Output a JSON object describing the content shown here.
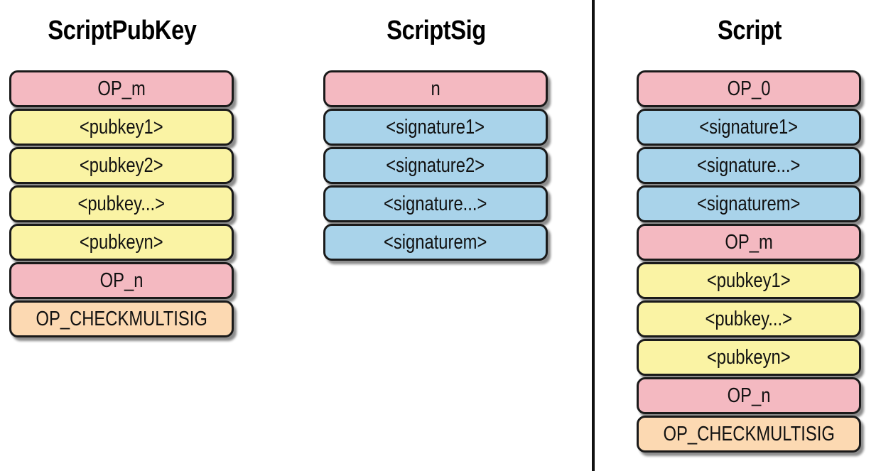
{
  "colors": {
    "op": "#f4b9c1",
    "pubkey": "#faf3a4",
    "signature": "#a9d3ea",
    "checkmultisig": "#fcd9b2",
    "divider": "#111111"
  },
  "columns": [
    {
      "title": "ScriptPubKey",
      "items": [
        {
          "label": "OP_m",
          "kind": "op"
        },
        {
          "label": "<pubkey1>",
          "kind": "key"
        },
        {
          "label": "<pubkey2>",
          "kind": "key"
        },
        {
          "label": "<pubkey...>",
          "kind": "key"
        },
        {
          "label": "<pubkeyn>",
          "kind": "key"
        },
        {
          "label": "OP_n",
          "kind": "op"
        },
        {
          "label": "OP_CHECKMULTISIG",
          "kind": "chk"
        }
      ]
    },
    {
      "title": "ScriptSig",
      "items": [
        {
          "label": "n",
          "kind": "op"
        },
        {
          "label": "<signature1>",
          "kind": "sig"
        },
        {
          "label": "<signature2>",
          "kind": "sig"
        },
        {
          "label": "<signature...>",
          "kind": "sig"
        },
        {
          "label": "<signaturem>",
          "kind": "sig"
        }
      ]
    },
    {
      "title": "Script",
      "items": [
        {
          "label": "OP_0",
          "kind": "op"
        },
        {
          "label": "<signature1>",
          "kind": "sig"
        },
        {
          "label": "<signature...>",
          "kind": "sig"
        },
        {
          "label": "<signaturem>",
          "kind": "sig"
        },
        {
          "label": "OP_m",
          "kind": "op"
        },
        {
          "label": "<pubkey1>",
          "kind": "key"
        },
        {
          "label": "<pubkey...>",
          "kind": "key"
        },
        {
          "label": "<pubkeyn>",
          "kind": "key"
        },
        {
          "label": "OP_n",
          "kind": "op"
        },
        {
          "label": "OP_CHECKMULTISIG",
          "kind": "chk"
        }
      ]
    }
  ]
}
